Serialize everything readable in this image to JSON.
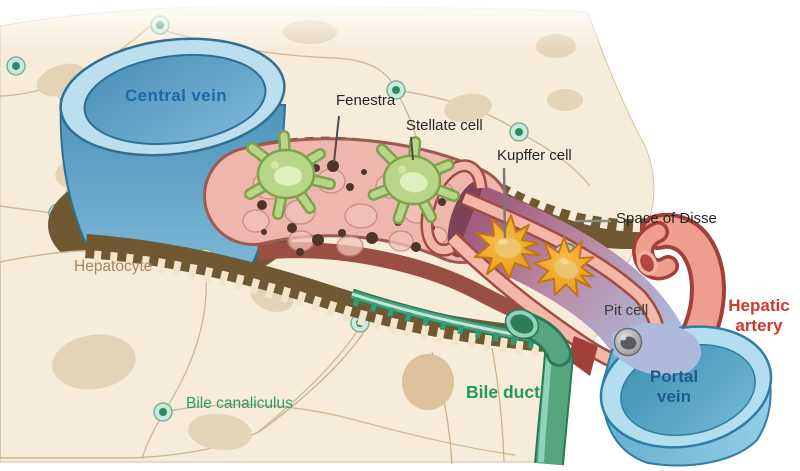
{
  "diagram": {
    "labels": {
      "central_vein": {
        "text": "Central vein",
        "color": "#1a6aa5"
      },
      "fenestra": {
        "text": "Fenestra",
        "color": "#262626"
      },
      "stellate_cell": {
        "text": "Stellate cell",
        "color": "#262626"
      },
      "kupffer_cell": {
        "text": "Kupffer cell",
        "color": "#262626"
      },
      "space_of_disse": {
        "text": "Space of Disse",
        "color": "#262626"
      },
      "hepatocyte": {
        "text": "Hepatocyte",
        "color": "#a8835e"
      },
      "pit_cell": {
        "text": "Pit cell",
        "color": "#3a3a3a"
      },
      "hepatic_artery": {
        "text": "Hepatic artery",
        "color": "#cf392b"
      },
      "portal_vein": {
        "text": "Portal vein",
        "color": "#1c5d8e"
      },
      "bile_duct": {
        "text": "Bile duct",
        "color": "#1f9a5b"
      },
      "bile_canaliculus": {
        "text": "Bile canaliculus",
        "color": "#2a9a66"
      }
    },
    "structure_colors": {
      "hepatocyte_tissue": "#f7ecd9",
      "space_of_disse_band": "#6f5832",
      "central_vein_vessel": "#5fa3c9",
      "sinusoid_wall": "#efb6ae",
      "sinusoid_lumen": "#b4718d",
      "stellate_cell": "#b9d58a",
      "kupffer_cell": "#f2a31f",
      "pit_cell": "#9a9a9a",
      "hepatic_artery_vessel": "#ef9d8c",
      "portal_vein_vessel": "#4795b5",
      "bile_duct_tube": "#4fa07b",
      "bile_canaliculus_ring": "#bfe8da"
    }
  }
}
